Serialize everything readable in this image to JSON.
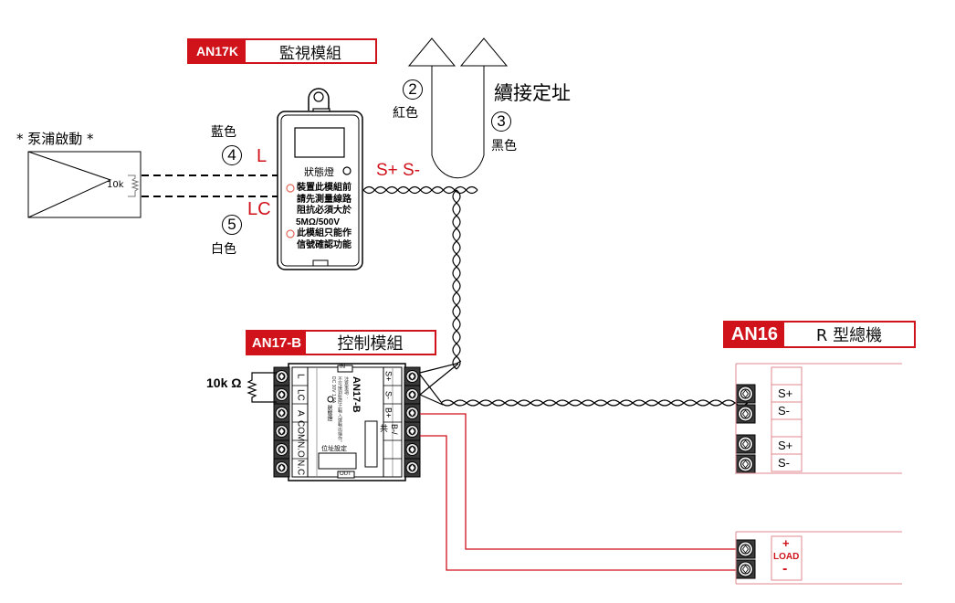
{
  "colors": {
    "accent": "#d0121b",
    "wire": "#000000",
    "load_wire": "#d0121b",
    "panel_line": "#e08a8f"
  },
  "modules": {
    "monitor": {
      "code": "AN17K",
      "name": "監視模組"
    },
    "control": {
      "code": "AN17-B",
      "name": "控制模組"
    },
    "main": {
      "code": "AN16",
      "name": "R 型總機"
    }
  },
  "pump": {
    "label": "* 泵浦啟動 *",
    "resistor": "10k"
  },
  "monitor_wires": {
    "blue": {
      "number": "4",
      "color_label": "藍色",
      "terminal": "L"
    },
    "white": {
      "number": "5",
      "color_label": "白色",
      "terminal": "LC"
    }
  },
  "bus": {
    "label": "S+ S-",
    "continue_label": "續接定址",
    "red": {
      "number": "2",
      "color_label": "紅色"
    },
    "black": {
      "number": "3",
      "color_label": "黑色"
    }
  },
  "monitor_device": {
    "status_led_label": "狀態燈",
    "notes": [
      {
        "lines": [
          "裝置此模組前",
          "請先測量線路",
          "阻抗必須大於",
          "5MΩ/500V"
        ]
      },
      {
        "lines": [
          "此模組只能作",
          "信號確認功能"
        ]
      }
    ]
  },
  "control_device": {
    "end_resistor": "10k Ω",
    "model": "AN17-B",
    "in_label": "IN",
    "out_label": "OUT",
    "left_terminals": [
      "L",
      "LC",
      "A",
      "COM",
      "N.O",
      "N.C"
    ],
    "right_terminals": [
      "S+",
      "S-",
      "B+",
      "B-/共",
      "",
      ""
    ],
    "inner_notes": [
      "注意事項：",
      "不可接到監控之輸入或輸出端作。",
      "DC 30V 1.5A"
    ],
    "led_label": "狀態燈",
    "addr_label": "位址設定"
  },
  "main_panel": {
    "signal_terminals": [
      "",
      "S+",
      "S-",
      "",
      "S+",
      "S-"
    ],
    "load_plus": "+",
    "load_label": "LOAD",
    "load_minus": "-"
  }
}
